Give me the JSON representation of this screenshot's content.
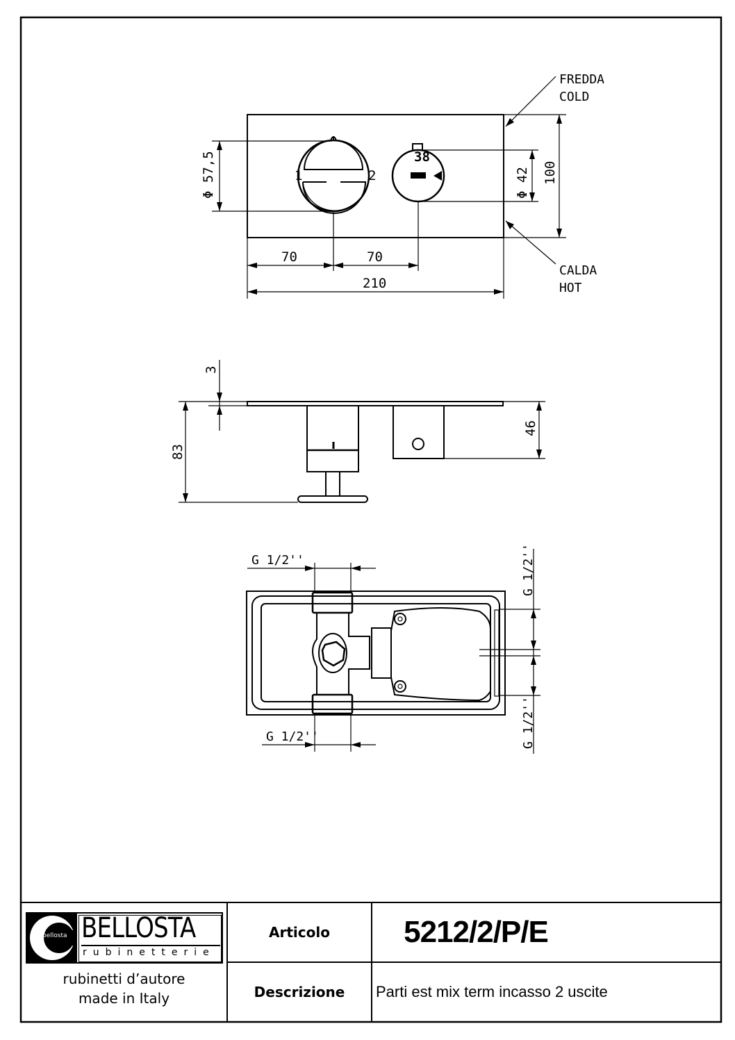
{
  "drawing": {
    "front_view": {
      "dimensions": {
        "handle_diameter": "Φ 57,5",
        "knob_diameter": "Φ 42",
        "height": "100",
        "offset_left": "70",
        "offset_center": "70",
        "width": "210"
      },
      "labels": {
        "cold_it": "FREDDA",
        "cold_en": "COLD",
        "hot_it": "CALDA",
        "hot_en": "HOT"
      },
      "knob_marking": "38",
      "handle_marks": [
        "1",
        "2"
      ]
    },
    "side_view": {
      "dimensions": {
        "plate_thickness": "3",
        "total_depth": "83",
        "knob_depth": "46"
      }
    },
    "rear_view": {
      "dimensions": {
        "top_connection": "G 1/2''",
        "bottom_connection": "G 1/2''",
        "right_upper_outlet": "G 1/2''",
        "right_lower_outlet": "G 1/2''"
      }
    }
  },
  "title_block": {
    "brand": {
      "name": "BELLOSTA",
      "subtitle": "rubinetterie",
      "logo_small": "bellosta",
      "tagline_line1": "rubinetti d’autore",
      "tagline_line2": "made in Italy"
    },
    "article_label": "Articolo",
    "article_code": "5212/2/P/E",
    "description_label": "Descrizione",
    "description": "Parti est mix term incasso 2 uscite"
  }
}
